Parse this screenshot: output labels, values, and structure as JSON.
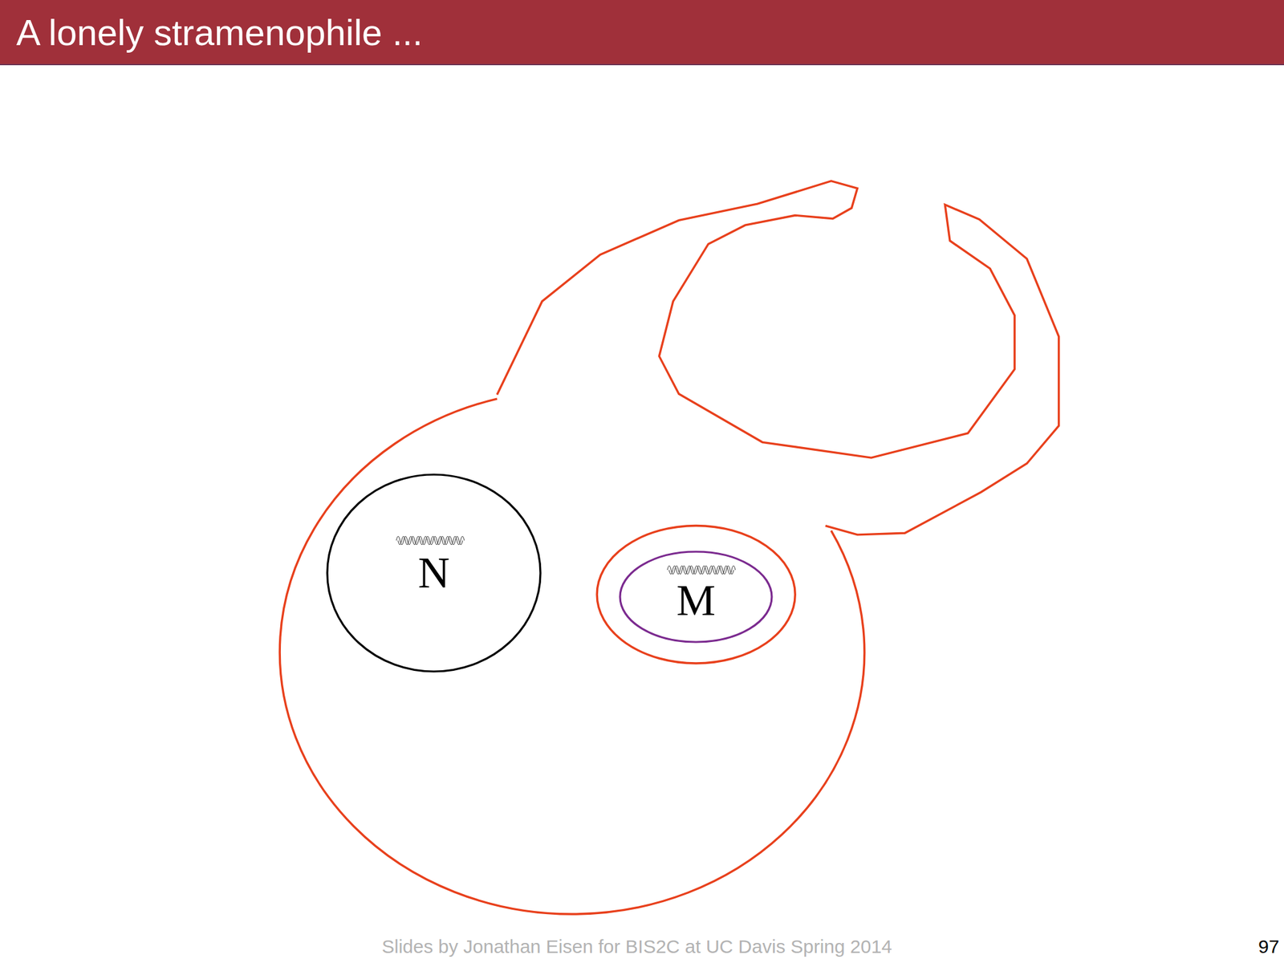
{
  "diagram": {
    "title": "A lonely stramenophile ...",
    "nodes": [
      {
        "text": [
          "N"
        ]
      },
      {
        "text": [
          "M"
        ]
      }
    ],
    "labels": [
      "Slides by Jonathan Eisen for BIS2C at UC Davis Spring 2014",
      "97"
    ]
  }
}
